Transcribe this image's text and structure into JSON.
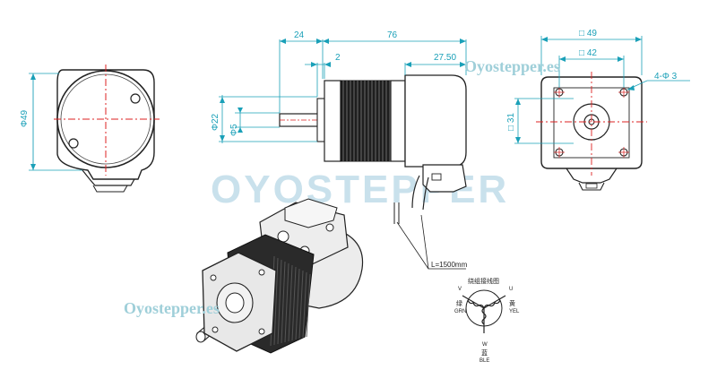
{
  "watermarks": {
    "top_right": "Oyostepper.es",
    "bottom_left": "Oyostepper.es",
    "center_logo": "OYOSTEPPER"
  },
  "front_view": {
    "dia_label": "Φ49"
  },
  "side_view": {
    "total_length": "76",
    "shaft_length": "24",
    "flange_thickness": "2",
    "encoder_length": "27.50",
    "body_dia": "Φ22",
    "shaft_dia": "Φ5",
    "cable_length": "L=1500mm"
  },
  "rear_view": {
    "outer_square": "□ 49",
    "hole_spacing": "□ 42",
    "hole_callout": "4-Φ 3",
    "pilot_square": "□ 31"
  },
  "wiring": {
    "title": "绕组接线图",
    "u_label": "U",
    "u_color_cn": "黄",
    "u_color_en": "YEL",
    "v_label": "V",
    "v_color_cn": "绿",
    "v_color_en": "GRN",
    "w_label": "W",
    "w_color_cn": "蓝",
    "w_color_en": "BLE"
  }
}
